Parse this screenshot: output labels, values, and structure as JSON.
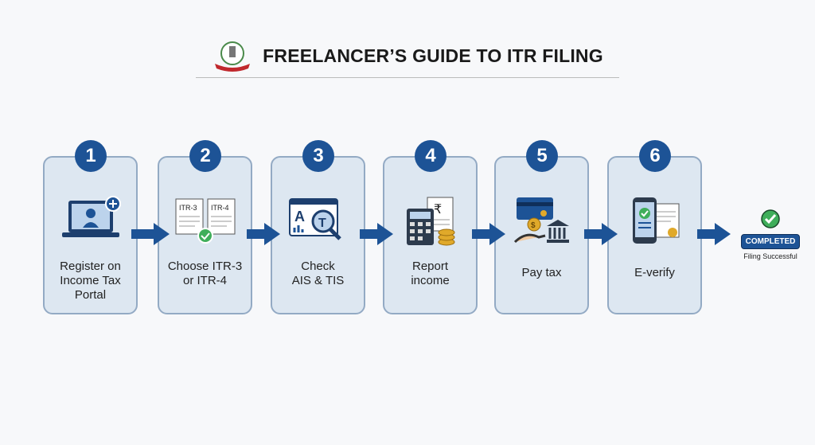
{
  "header": {
    "title": "FREELANCER’S GUIDE TO ITR FILING"
  },
  "steps": [
    {
      "number": "1",
      "label": "Register on\nIncome Tax\nPortal"
    },
    {
      "number": "2",
      "label": "Choose ITR-3\nor ITR-4",
      "doc_a": "ITR-3",
      "doc_b": "ITR-4"
    },
    {
      "number": "3",
      "label": "Check\nAIS & TIS",
      "icon_a": "A",
      "icon_t": "T"
    },
    {
      "number": "4",
      "label": "Report\nincome",
      "currency": "₹"
    },
    {
      "number": "5",
      "label": "Pay tax",
      "currency": "$"
    },
    {
      "number": "6",
      "label": "E-verify"
    }
  ],
  "completion": {
    "badge": "COMPLETED",
    "subtitle": "Filing Successful"
  },
  "colors": {
    "primary": "#1d5396",
    "card": "#dde7f1",
    "success": "#3fae5a"
  }
}
